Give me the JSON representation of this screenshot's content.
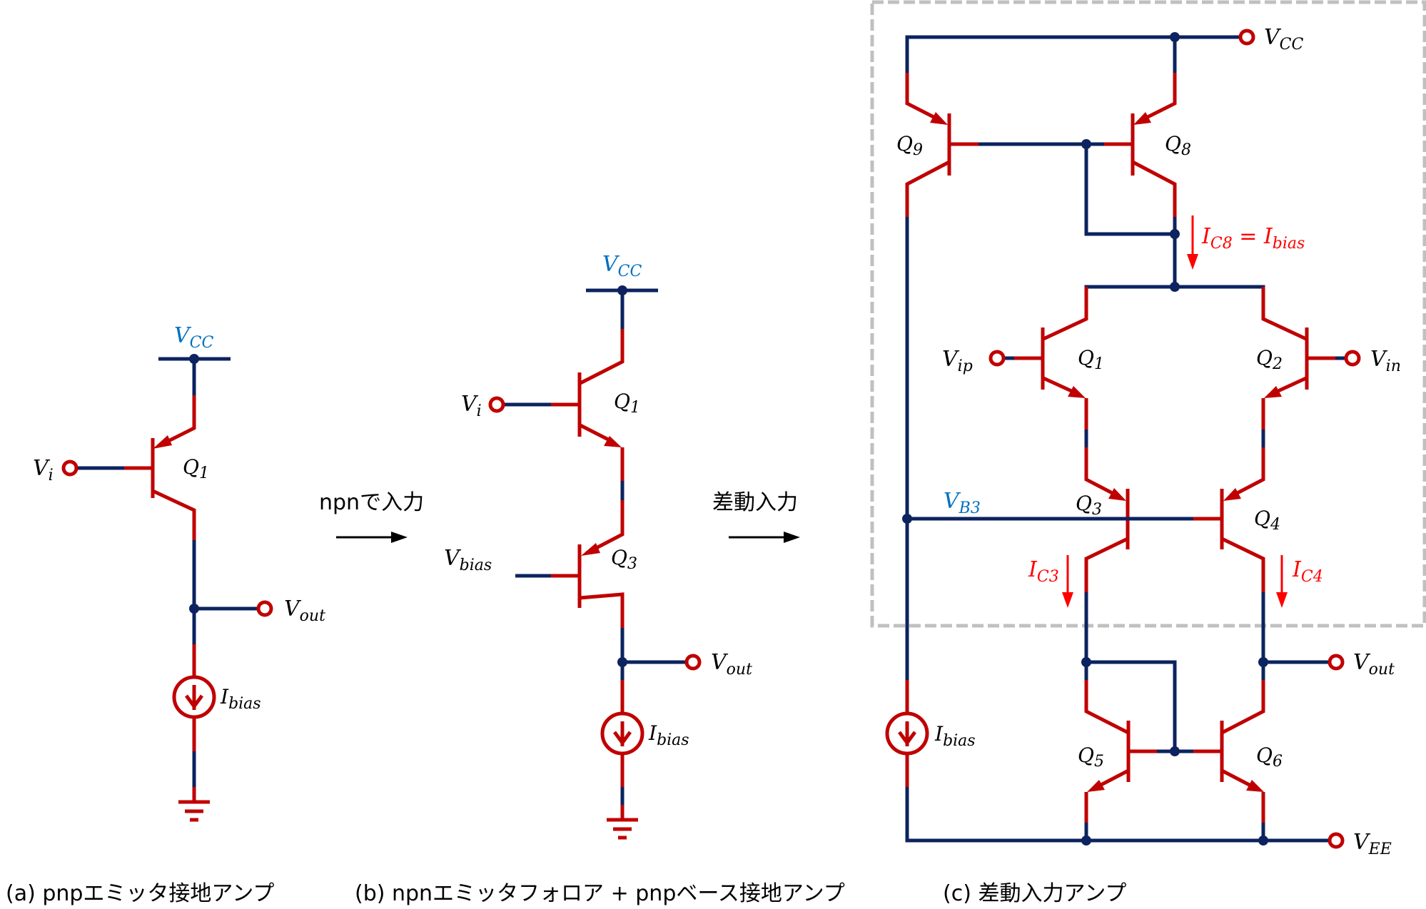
{
  "figure": {
    "captions": {
      "a": "(a)  pnpエミッタ接地アンプ",
      "b": "(b)  npnエミッタフォロア + pnpベース接地アンプ",
      "c": "(c)  差動入力アンプ"
    },
    "transitions": {
      "a_to_b": "npnで入力",
      "b_to_c": "差動入力"
    },
    "colors": {
      "wire": "#0c235f",
      "device": "#c00000",
      "supply_label": "#0070c0",
      "current_annotation": "#ff0000",
      "highlight_box": "#c0c0c0"
    }
  },
  "circuit_a": {
    "supply": {
      "main": "V",
      "sub": "CC"
    },
    "input": {
      "main": "V",
      "sub": "i"
    },
    "output": {
      "main": "V",
      "sub": "out"
    },
    "source": {
      "main": "I",
      "sub": "bias"
    },
    "transistors": [
      {
        "name": "Q",
        "sub": "1",
        "type": "pnp"
      }
    ]
  },
  "circuit_b": {
    "supply": {
      "main": "V",
      "sub": "CC"
    },
    "input": {
      "main": "V",
      "sub": "i"
    },
    "bias": {
      "main": "V",
      "sub": "bias"
    },
    "output": {
      "main": "V",
      "sub": "out"
    },
    "source": {
      "main": "I",
      "sub": "bias"
    },
    "transistors": [
      {
        "name": "Q",
        "sub": "1",
        "type": "npn"
      },
      {
        "name": "Q",
        "sub": "3",
        "type": "pnp"
      }
    ]
  },
  "circuit_c": {
    "vcc": {
      "main": "V",
      "sub": "CC"
    },
    "vee": {
      "main": "V",
      "sub": "EE"
    },
    "vip": {
      "main": "V",
      "sub": "ip"
    },
    "vin": {
      "main": "V",
      "sub": "in"
    },
    "vout": {
      "main": "V",
      "sub": "out"
    },
    "vb3": {
      "main": "V",
      "sub": "B3"
    },
    "source": {
      "main": "I",
      "sub": "bias"
    },
    "currents": {
      "ic8": {
        "main": "I",
        "sub": "C8",
        "eq": " = ",
        "rhs_main": "I",
        "rhs_sub": "bias"
      },
      "ic3": {
        "main": "I",
        "sub": "C3"
      },
      "ic4": {
        "main": "I",
        "sub": "C4"
      }
    },
    "transistors": [
      {
        "name": "Q",
        "sub": "9",
        "type": "pnp"
      },
      {
        "name": "Q",
        "sub": "8",
        "type": "pnp"
      },
      {
        "name": "Q",
        "sub": "1",
        "type": "npn"
      },
      {
        "name": "Q",
        "sub": "2",
        "type": "npn"
      },
      {
        "name": "Q",
        "sub": "3",
        "type": "pnp"
      },
      {
        "name": "Q",
        "sub": "4",
        "type": "pnp"
      },
      {
        "name": "Q",
        "sub": "5",
        "type": "npn"
      },
      {
        "name": "Q",
        "sub": "6",
        "type": "npn"
      }
    ]
  }
}
